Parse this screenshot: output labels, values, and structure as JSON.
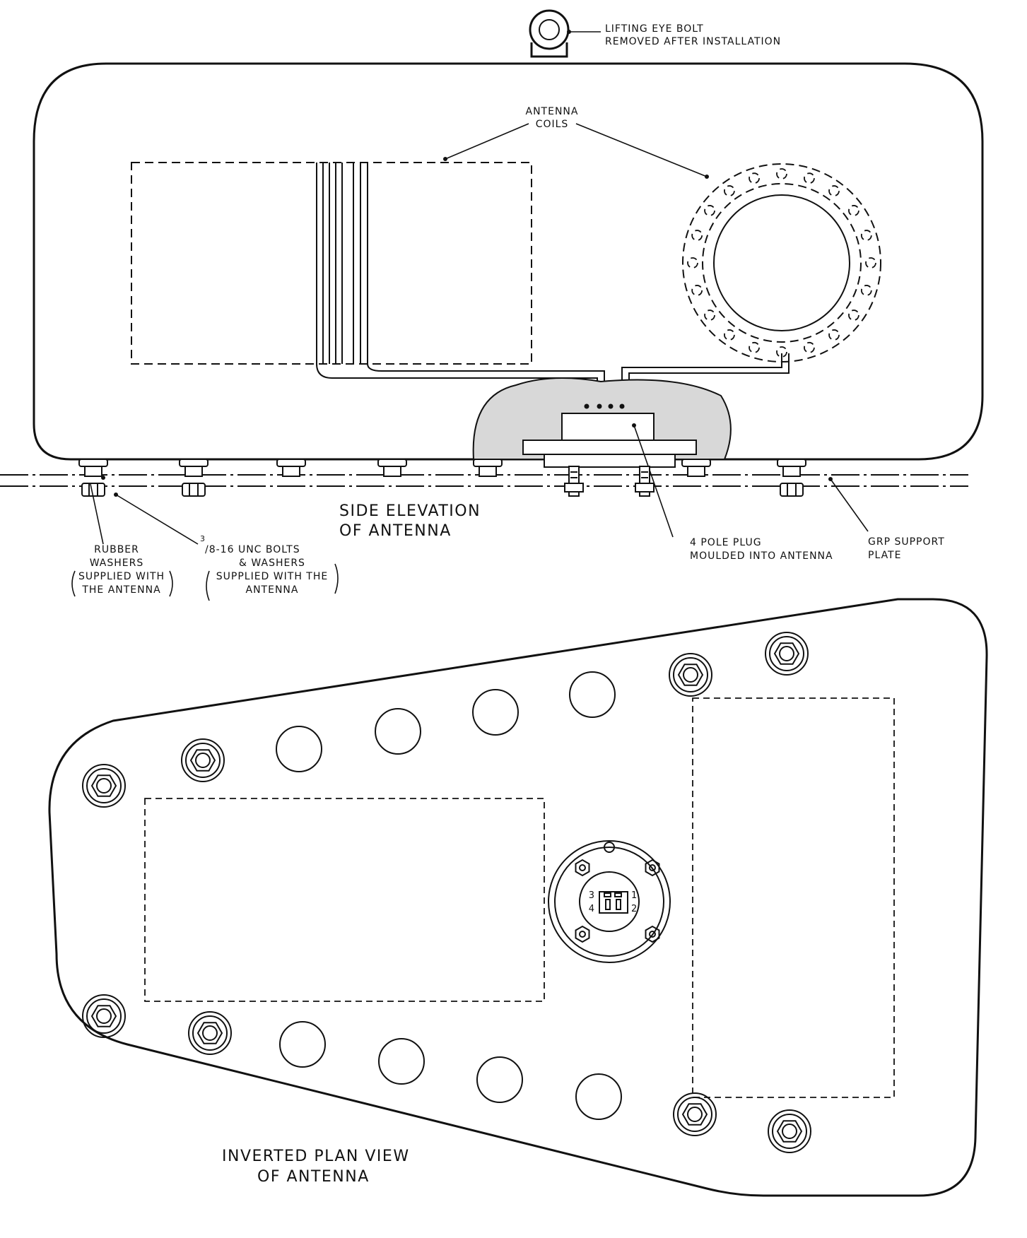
{
  "side_elevation": {
    "title_line1": "SIDE ELEVATION",
    "title_line2": "OF ANTENNA",
    "lifting_eye_bolt": [
      "LIFTING EYE BOLT",
      "REMOVED AFTER INSTALLATION"
    ],
    "antenna_coils": [
      "ANTENNA",
      "COILS"
    ],
    "rubber_washers": [
      "RUBBER",
      "WASHERS",
      "SUPPLIED WITH",
      "THE ANTENNA"
    ],
    "unc_bolts": [
      "3",
      "/8-16 UNC BOLTS",
      "& WASHERS",
      "SUPPLIED WITH THE",
      "ANTENNA"
    ],
    "four_pole_plug": [
      "4 POLE PLUG",
      "MOULDED INTO ANTENNA"
    ],
    "grp_support_plate": [
      "GRP SUPPORT",
      "PLATE"
    ]
  },
  "plan_view": {
    "title_line1": "INVERTED PLAN VIEW",
    "title_line2": "OF ANTENNA",
    "connector_pins": [
      "3",
      "1",
      "4",
      "2"
    ]
  }
}
